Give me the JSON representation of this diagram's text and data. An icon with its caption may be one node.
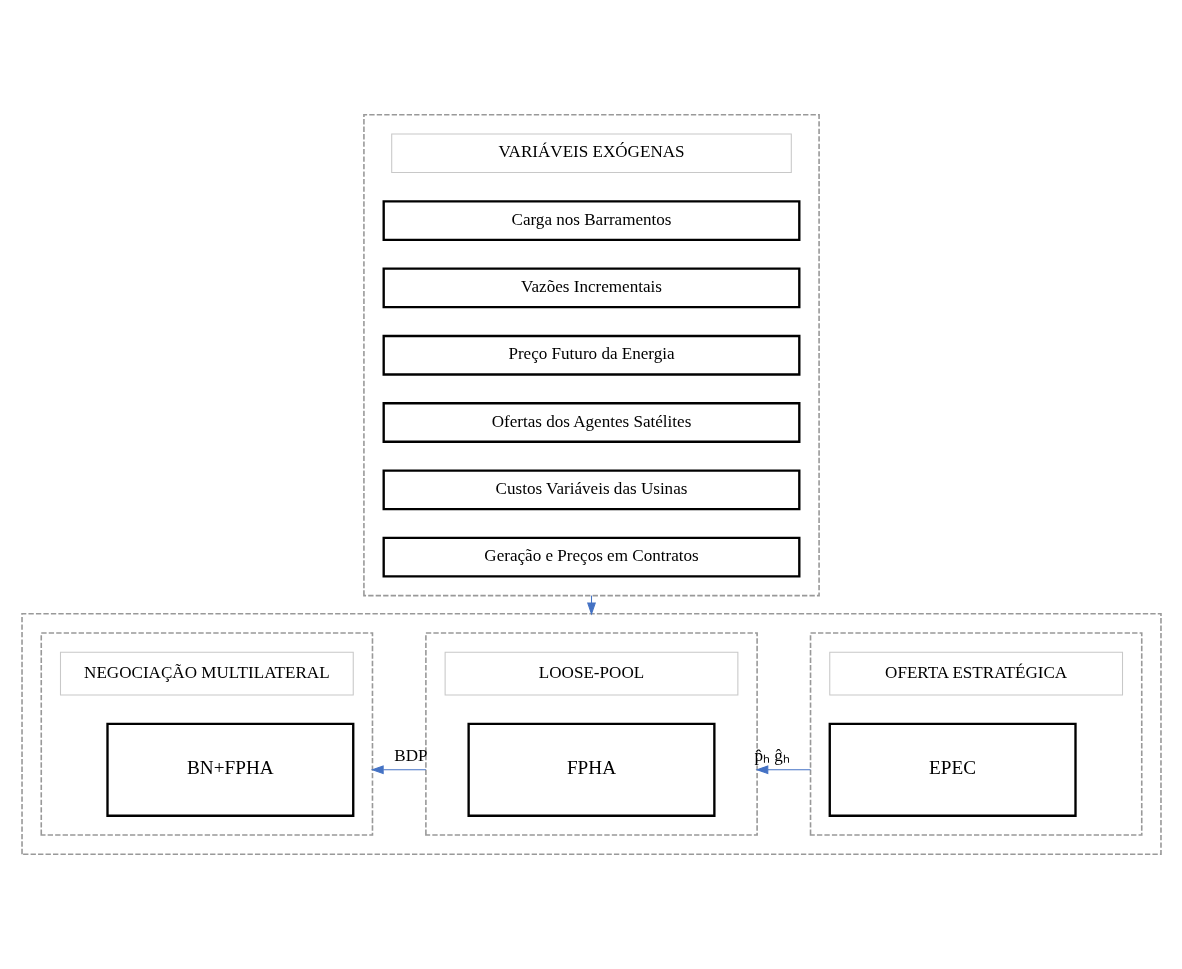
{
  "diagram": {
    "nodes": [
      {
        "text": [],
        "shape": "box"
      },
      {
        "text": [
          "VARIÁVEIS EXÓGENAS"
        ],
        "in": 0
      },
      {
        "text": [
          "Carga nos Barramentos"
        ],
        "in": 0
      },
      {
        "text": [
          "Vazões Incrementais"
        ],
        "in": 0
      },
      {
        "text": [
          "Preço Futuro da Energia"
        ],
        "in": 0
      },
      {
        "text": [
          "Ofertas dos Agentes Satélites"
        ],
        "in": 0
      },
      {
        "text": [
          "Custos Variáveis das Usinas"
        ],
        "in": 0
      },
      {
        "text": [
          "Geração e Preços em Contratos"
        ],
        "in": 0
      },
      {
        "text": [],
        "shape": "box"
      },
      {
        "text": [],
        "shape": "box",
        "in": 8
      },
      {
        "text": [
          "OFERTA ESTRATÉGICA"
        ],
        "in": 9
      },
      {
        "text": [
          "EPEC"
        ],
        "in": 9
      },
      {
        "text": [],
        "shape": "box",
        "in": 8
      },
      {
        "text": [
          "LOOSE-POOL"
        ],
        "in": 12
      },
      {
        "text": [
          "FPHA"
        ],
        "in": 12
      },
      {
        "text": [],
        "shape": "box",
        "in": 8
      },
      {
        "text": [
          "NEGOCIAÇÃO MULTILATERAL"
        ],
        "in": 15
      },
      {
        "text": [
          "BN+FPHA"
        ],
        "in": 15
      }
    ],
    "edges": [
      {
        "from": 0,
        "to": 8,
        "arrow": "to"
      },
      {
        "from": 9,
        "to": 12,
        "arrow": "to",
        "label": "p̂ₕ ĝₕ"
      },
      {
        "from": 12,
        "to": 15,
        "arrow": "to",
        "label": "BDP"
      }
    ]
  }
}
